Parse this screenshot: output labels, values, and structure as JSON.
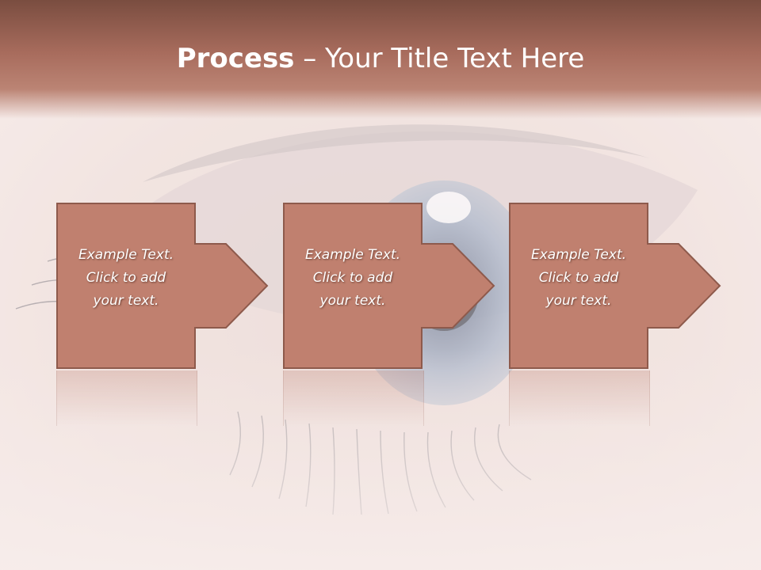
{
  "slide": {
    "title_bold": "Process",
    "title_rest": " – Your Title Text Here",
    "background": "eye-closeup-photo"
  },
  "colors": {
    "title_band": "#a86c5d",
    "box_fill": "#c0806f",
    "box_stroke": "#8e5a4c",
    "text": "#ffffff"
  },
  "steps": [
    {
      "text": "Example Text.\nClick  to add\nyour text."
    },
    {
      "text": "Example Text.\nClick  to add\nyour text."
    },
    {
      "text": "Example Text.\nClick  to add\nyour text."
    }
  ]
}
